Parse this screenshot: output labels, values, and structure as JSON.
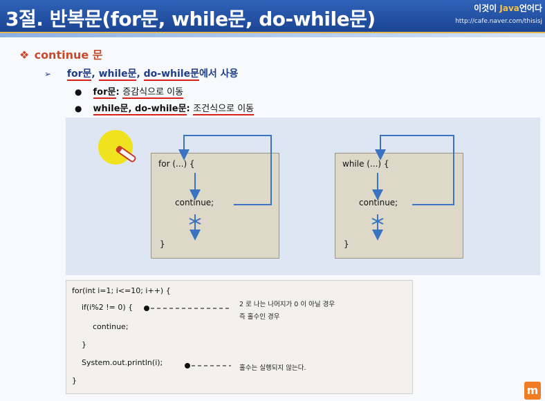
{
  "header": {
    "title": "3절. 반복문(for문, while문, do-while문)",
    "brand_pre": "이것이 ",
    "brand_java": "Java",
    "brand_post": "언어다",
    "url": "http://cafe.naver.com/thisisj"
  },
  "heading": {
    "bullet": "❖",
    "text": "continue 문"
  },
  "subheading": {
    "arrow": "➢",
    "part1": "for문",
    "sep1": ", ",
    "part2": "while문",
    "sep2": ", ",
    "part3": "do-while문",
    "rest": "에서 사용"
  },
  "bullets": [
    {
      "dot": "●",
      "a": "for문",
      "b": ": ",
      "c": "증감식으로 이동"
    },
    {
      "dot": "●",
      "a": "while문, do-while문",
      "b": ": ",
      "c": "조건식으로 이동"
    }
  ],
  "diagram": {
    "left": {
      "top": "for (...) {",
      "mid": "continue;",
      "end": "}"
    },
    "right": {
      "top": "while (...) {",
      "mid": "continue;",
      "end": "}"
    }
  },
  "code": {
    "lines": [
      "for(int i=1; i<=10; i++) {",
      "if(i%2 != 0) {",
      "continue;",
      "}",
      "System.out.println(i);",
      "}"
    ],
    "note1a": "2 로  나는  나머지가  0 이  아닐  경우",
    "note1b": "즉  홀수인  경우",
    "note2": "홀수는  실행되지  않는다."
  },
  "badge": "m",
  "colors": {
    "header": "#1c4593",
    "heading": "#c94a2d",
    "underline": "#d8201b",
    "diagram_bg": "#dfe6f3",
    "box_bg": "#ddd8c8",
    "arrow": "#3a73c2",
    "badge": "#f07d24"
  }
}
